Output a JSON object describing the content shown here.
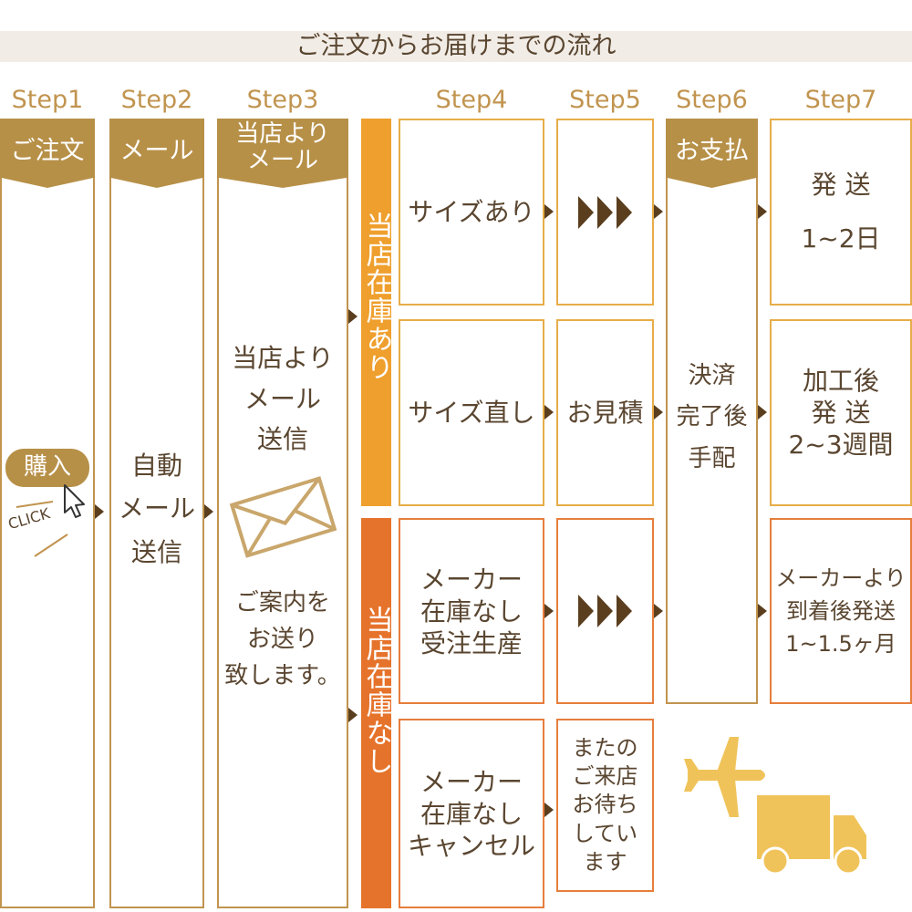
{
  "title": "ご注文からお届けまでの流れ",
  "steps": [
    "Step1",
    "Step2",
    "Step3",
    "Step4",
    "Step5",
    "Step6",
    "Step7"
  ],
  "col1": {
    "header": "ご注文",
    "button": "購入",
    "click": "CLICK"
  },
  "col2": {
    "header": "メール",
    "body": [
      "自動",
      "メール",
      "送信"
    ]
  },
  "col3": {
    "header": [
      "当店より",
      "メール"
    ],
    "body": [
      "当店より",
      "メール",
      "送信"
    ],
    "note": [
      "ご案内を",
      "お送り",
      "致します。"
    ]
  },
  "stock": {
    "yes": "当店在庫あり",
    "no": "当店在庫なし"
  },
  "rows": {
    "r1": {
      "step4": "サイズあり"
    },
    "r2": {
      "step4": "サイズ直し",
      "step5": "お見積"
    },
    "r3": {
      "step4": [
        "メーカー",
        "在庫なし",
        "受注生産"
      ]
    },
    "r4": {
      "step4": [
        "メーカー",
        "在庫なし",
        "キャンセル"
      ],
      "step5": [
        "またの",
        "ご来店",
        "お待ち",
        "してい",
        "ます"
      ]
    }
  },
  "col6": {
    "header": "お支払",
    "body": [
      "決済",
      "完了後",
      "手配"
    ]
  },
  "col7": {
    "r1": [
      "発 送",
      "1~2日"
    ],
    "r2": [
      "加工後",
      "発 送",
      "2~3週間"
    ],
    "r3": [
      "メーカーより",
      "到着後発送",
      "1~1.5ヶ月"
    ]
  },
  "colors": {
    "gold": "#c1944f",
    "header": "#b79048",
    "orange_yes": "#ef9f2d",
    "orange_no": "#e6732b",
    "text": "#5a4630",
    "icon": "#f0c35a"
  },
  "icons": [
    "envelope-icon",
    "cursor-icon",
    "airplane-icon",
    "truck-icon",
    "arrow-icon"
  ]
}
